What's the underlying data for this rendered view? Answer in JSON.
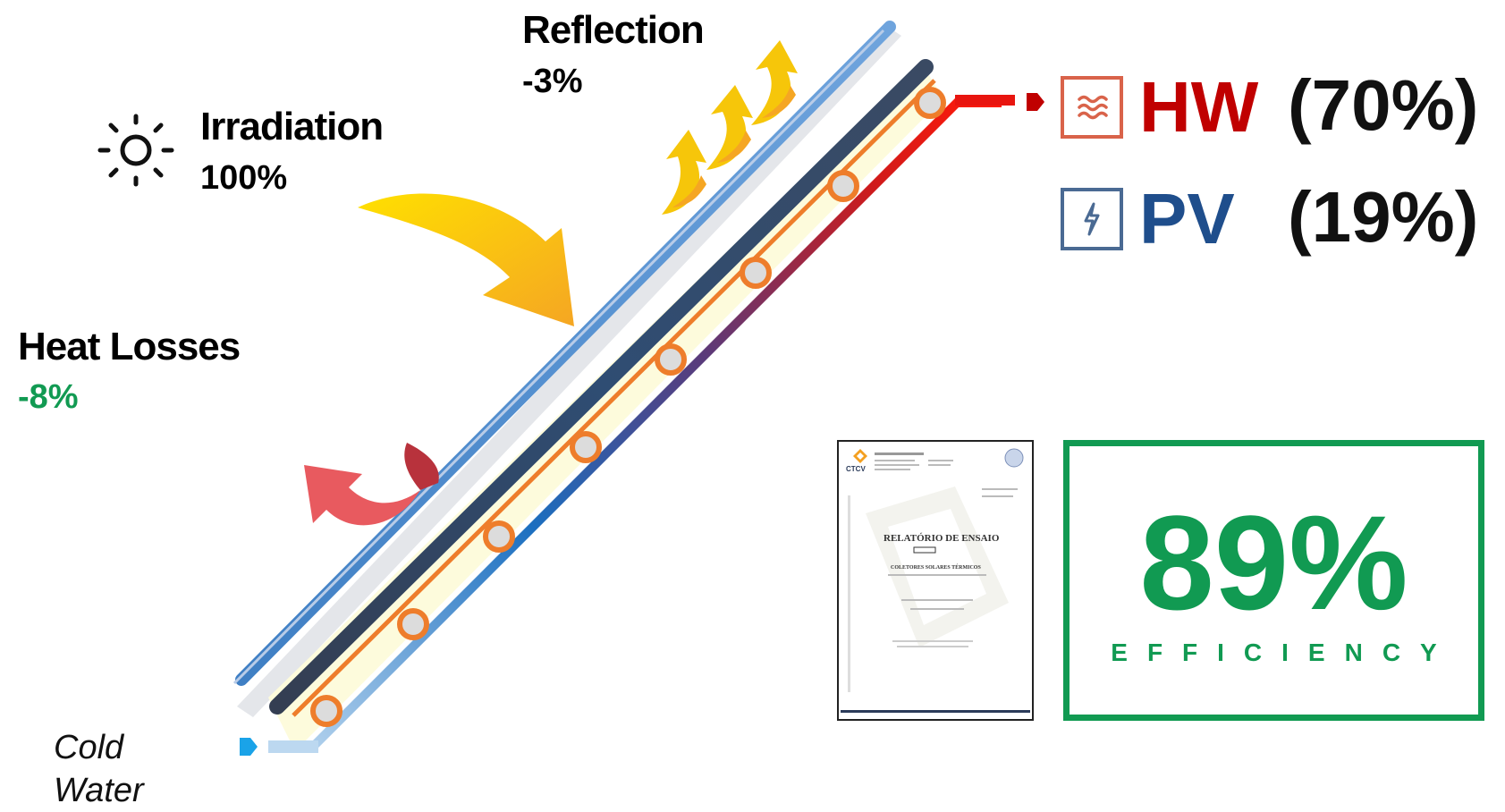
{
  "irradiation": {
    "title": "Irradiation",
    "value": "100%",
    "icon": "sun-icon"
  },
  "reflection": {
    "title": "Reflection",
    "value": "-3%"
  },
  "heat_losses": {
    "title": "Heat Losses",
    "value": "-8%"
  },
  "cold_water": {
    "line1": "Cold",
    "line2": "Water"
  },
  "outputs": [
    {
      "name": "HW",
      "pct": "(70%)",
      "icon": "heat-icon",
      "color": "#c00000",
      "icon_color": "#d9634a"
    },
    {
      "name": "PV",
      "pct": "(19%)",
      "icon": "lightning-icon",
      "color": "#1f4e8c",
      "icon_color": "#4a6a93"
    }
  ],
  "efficiency": {
    "value": "89%",
    "label": "EFFICIENCY",
    "color": "#119a52"
  },
  "report": {
    "org": "CTCV",
    "title": "RELATÓRIO DE ENSAIO",
    "subtitle": "COLETORES SOLARES TÉRMICOS"
  },
  "colors": {
    "hot": "#e8150f",
    "cold": "#1aa3e8",
    "pipe": "#ee7d2b",
    "text_green": "#119a52"
  }
}
